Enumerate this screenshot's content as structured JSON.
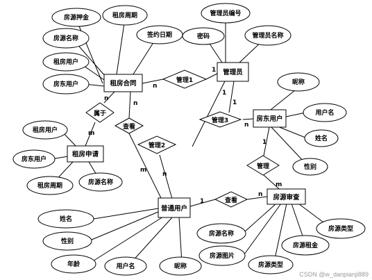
{
  "entities": {
    "rental_contract": "租房合同",
    "admin": "管理员",
    "landlord": "房东用户",
    "rental_application": "租房申请",
    "normal_user": "普通用户",
    "listing_review": "房源审查"
  },
  "relationships": {
    "manage1": "管理1",
    "manage2": "管理2",
    "manage3": "管理3",
    "belongs_to": "属于",
    "view_contract": "查看",
    "view_listing": "查看",
    "manage_landlord": "管理"
  },
  "attributes": {
    "contract_deposit": "房源押金",
    "contract_period": "租房周期",
    "contract_listing_name": "房源名称",
    "contract_sign_date": "签约日期",
    "contract_tenant": "租房用户",
    "contract_landlord": "房东用户",
    "admin_id": "管理员编号",
    "admin_password": "密码",
    "admin_name": "管理员名称",
    "landlord_nickname": "昵称",
    "landlord_username": "用户名",
    "landlord_name": "姓名",
    "landlord_gender": "性别",
    "application_tenant": "租房用户",
    "application_landlord": "房东用户",
    "application_period": "租房周期",
    "application_listing_name": "房源名称",
    "user_name": "姓名",
    "user_gender": "性别",
    "user_age": "年龄",
    "user_username": "用户名",
    "user_nickname": "昵称",
    "review_listing_name": "房源名称",
    "review_image": "房源图片",
    "review_type_a": "房源类型",
    "review_rent": "房源租金",
    "review_type_b": "房源类型"
  },
  "cardinalities": {
    "contract_manage1": "n",
    "admin_manage1": "1",
    "admin_manage2": "1",
    "admin_manage3": "1",
    "landlord_manage3": "n",
    "contract_belongs": "n",
    "application_belongs": "m",
    "user_view_contract": "m",
    "contract_view": "n",
    "user_manage2": "n",
    "landlord_manage": "1",
    "review_manage": "m",
    "user_view_listing": "1",
    "review_view_listing": "n"
  },
  "watermark": "CSDN @w_danpianji889",
  "colors": {
    "stroke": "#000000",
    "background": "#ffffff",
    "watermark": "#9a9a9a"
  }
}
